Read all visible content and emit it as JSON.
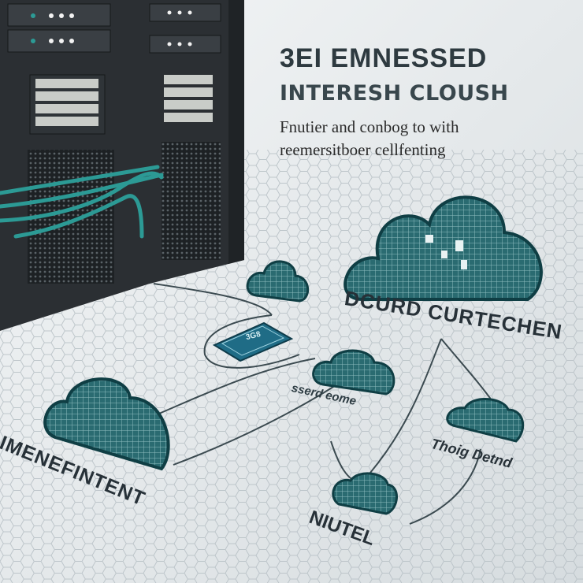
{
  "heading": {
    "title": "3EI EMNESSED",
    "subtitle": "INTERESH CLOUSH",
    "body_lines": [
      "Fnutier and conbog to with",
      "reemersitboer cellfenting"
    ]
  },
  "labels": {
    "main_cloud": "DCURD CURTECHEN",
    "small_cloud": "sserd eome",
    "right_cloud": "Thoig Detnd",
    "left_cloud": "IMENEFINTENT",
    "bottom_cloud": "NIUTEL",
    "chip": "3G8"
  },
  "colors": {
    "rack": "#2b2f33",
    "teal_cable": "#2c9a95",
    "cloud_fill": "#1f5d63",
    "cloud_outline": "#0f3e44",
    "floor": "#e6eaec",
    "hex_line": "#b7c0c5",
    "text": "#2e3a40"
  }
}
